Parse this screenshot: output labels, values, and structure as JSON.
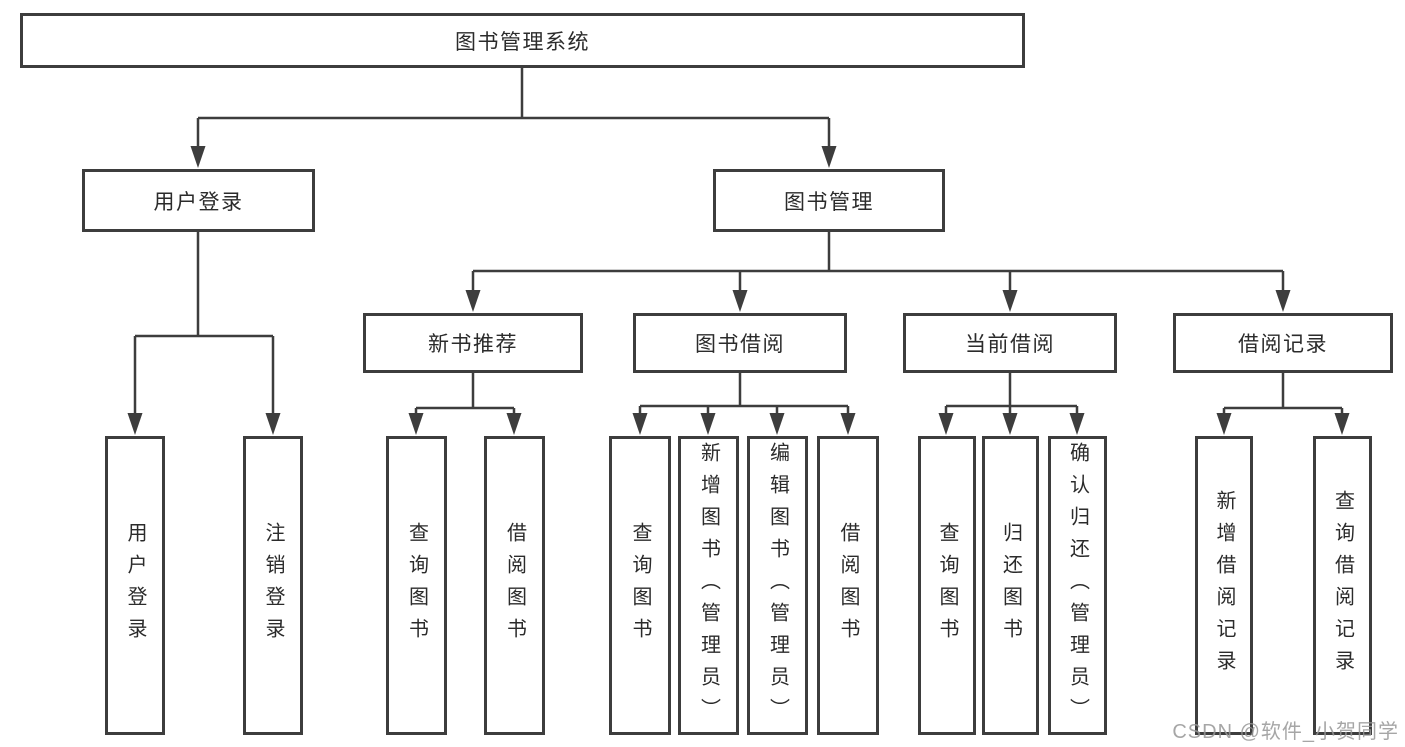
{
  "diagram": {
    "type": "tree",
    "orientation": "top-down",
    "description": "Functional structure diagram of a library management system"
  },
  "tree": {
    "root": {
      "label": "图书管理系统",
      "children": [
        {
          "label": "用户登录",
          "children": [
            {
              "label": "用户登录"
            },
            {
              "label": "注销登录"
            }
          ]
        },
        {
          "label": "图书管理",
          "children": [
            {
              "label": "新书推荐",
              "children": [
                {
                  "label": "查询图书"
                },
                {
                  "label": "借阅图书"
                }
              ]
            },
            {
              "label": "图书借阅",
              "children": [
                {
                  "label": "查询图书"
                },
                {
                  "label": "新增图书（管理员）"
                },
                {
                  "label": "编辑图书（管理员）"
                },
                {
                  "label": "借阅图书"
                }
              ]
            },
            {
              "label": "当前借阅",
              "children": [
                {
                  "label": "查询图书"
                },
                {
                  "label": "归还图书"
                },
                {
                  "label": "确认归还（管理员）"
                }
              ]
            },
            {
              "label": "借阅记录",
              "children": [
                {
                  "label": "新增借阅记录"
                },
                {
                  "label": "查询借阅记录"
                }
              ]
            }
          ]
        }
      ]
    }
  },
  "watermark": {
    "text": "CSDN @软件_小贺同学"
  },
  "colors": {
    "background": "#ffffff",
    "line": "#3d3d3d",
    "box_border": "#3d3d3d",
    "box_fill": "#ffffff",
    "text": "#2b2b2b",
    "watermark": "#969696"
  }
}
